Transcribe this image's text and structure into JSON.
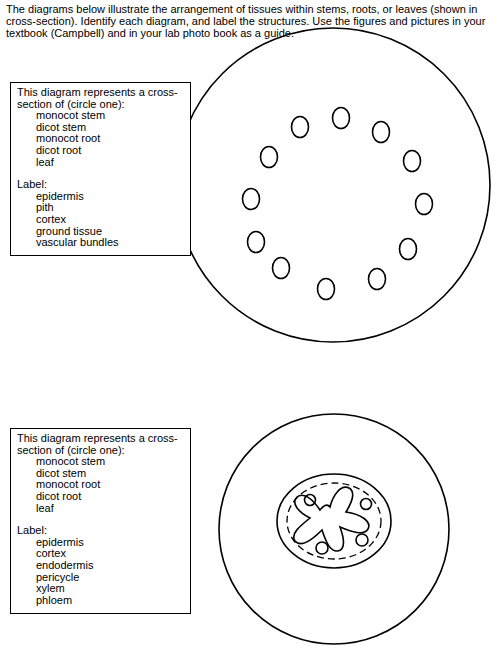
{
  "diagram": {
    "title": "The diagrams below illustrate the arrangement of tissues within stems, roots, or leaves (shown in cross-section).  Identify each diagram, and label the structures.  Use the figures and pictures in your textbook (Campbell) and in your lab photo book as a guide.",
    "nodes": [
      {
        "text": [
          "This diagram represents a cross-section of (circle one):",
          "monocot stem",
          "dicot stem",
          "monocot root",
          "dicot root",
          "leaf",
          "Label:",
          "epidermis",
          "pith",
          "cortex",
          "ground tissue",
          "vascular bundles"
        ]
      },
      {
        "text": [
          "This diagram represents a cross-section of (circle one):",
          "monocot stem",
          "dicot stem",
          "monocot root",
          "dicot root",
          "leaf",
          "Label:",
          "epidermis",
          "cortex",
          "endodermis",
          "pericycle",
          "xylem",
          "phloem"
        ]
      }
    ]
  }
}
